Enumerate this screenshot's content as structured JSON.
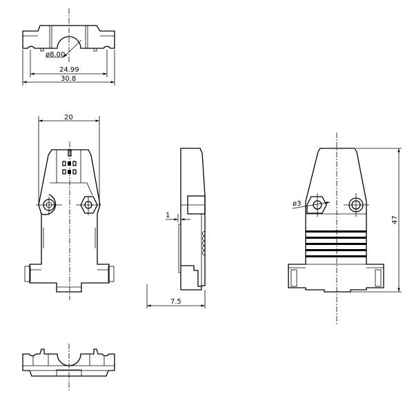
{
  "drawing": {
    "views": [
      "top-view",
      "front-view",
      "side-view",
      "rear-view",
      "bottom-view"
    ],
    "dimensions": {
      "cable_diameter": "ø8.00",
      "inner_width": "24.99",
      "overall_width": "30.8",
      "front_width": "20",
      "wall_thickness": "1",
      "depth": "7.5",
      "screw_hole": "ø3",
      "height": "47"
    }
  }
}
